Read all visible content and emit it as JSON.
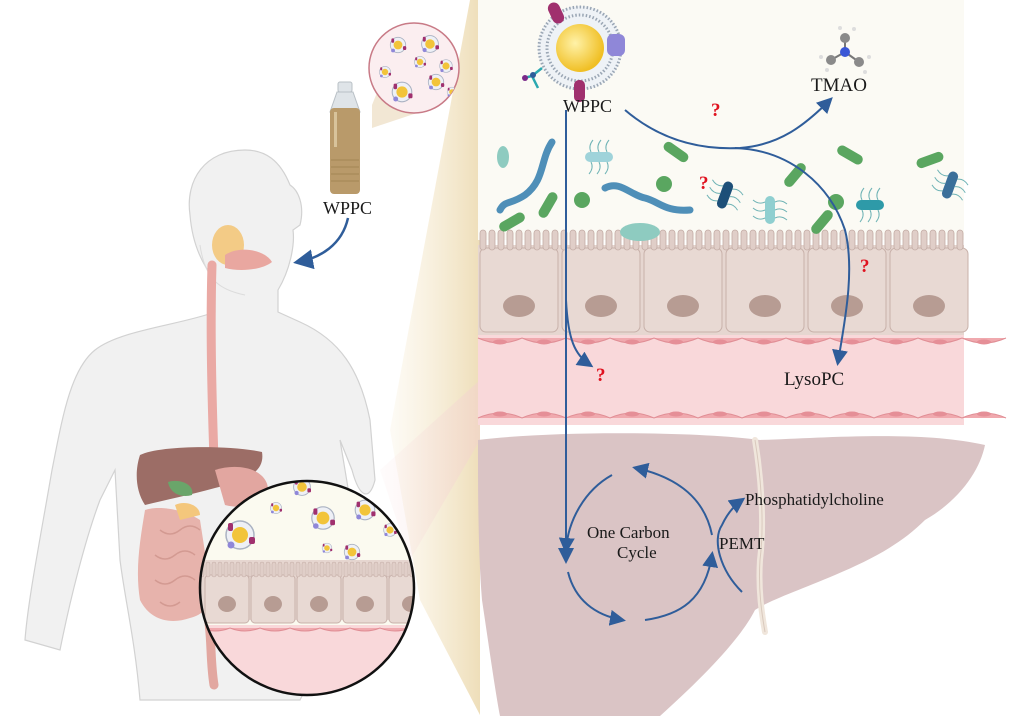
{
  "figure": {
    "labels": {
      "wppc_bottle": "WPPC",
      "wppc_micelle": "WPPC",
      "tmao": "TMAO",
      "lysopc": "LysoPC",
      "one_carbon_cycle_line1": "One Carbon",
      "one_carbon_cycle_line2": "Cycle",
      "pemt": "PEMT",
      "phosphatidylcholine": "Phosphatidylcholine"
    },
    "unknown_marks": [
      "?",
      "?",
      "?",
      "?"
    ],
    "colors": {
      "arrow": "#2f5d9a",
      "question": "#e0121f",
      "liver": "#d9c3c3",
      "epithelium": "#e6d6d0",
      "vessel": "#f9d6d8",
      "bottle": "#bfa27a",
      "micelle_core": "#f5c83a"
    }
  }
}
